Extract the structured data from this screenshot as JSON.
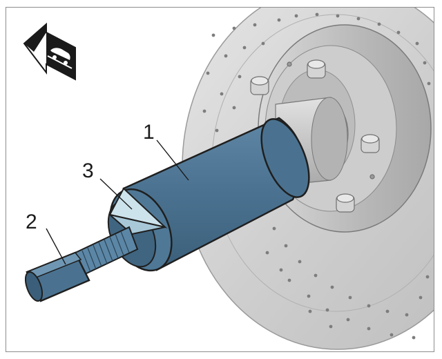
{
  "figure": {
    "callouts": [
      {
        "id": "callout-1",
        "label": "1",
        "part": "tool-sleeve"
      },
      {
        "id": "callout-2",
        "label": "2",
        "part": "threaded-spindle-hex-bolt"
      },
      {
        "id": "callout-3",
        "label": "3",
        "part": "conical-centering-tip"
      }
    ],
    "orientation_icon": "vehicle-direction-arrow-icon",
    "colors": {
      "tool_blue": "#4a7290",
      "tool_blue_light": "#6f97b3",
      "tool_tip": "#cde3ec",
      "disc_grey": "#d6d6d6",
      "hub_grey": "#c4c4c4",
      "outline": "#1f1f1f"
    }
  }
}
